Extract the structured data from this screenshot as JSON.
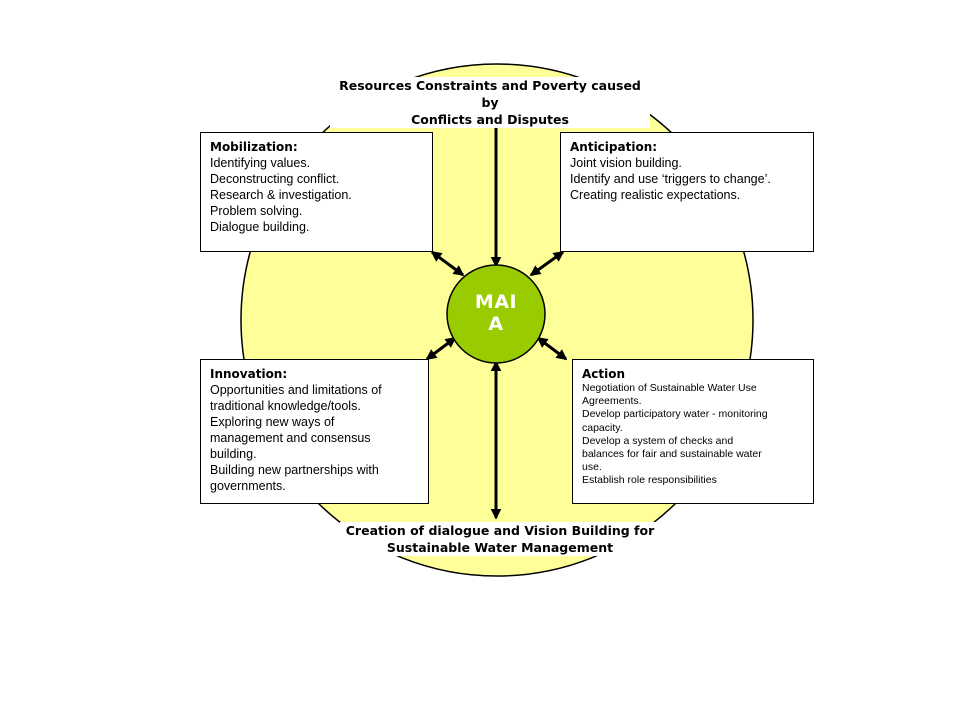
{
  "center": {
    "line1": "MAI",
    "line2": "A"
  },
  "captions": {
    "top": [
      "Resources Constraints and Poverty caused by",
      "Conflicts and Disputes"
    ],
    "bottom": [
      "Creation of dialogue and Vision Building for",
      "Sustainable Water Management"
    ]
  },
  "boxes": {
    "mobilization": {
      "title": "Mobilization:",
      "lines": [
        "Identifying values.",
        "Deconstructing conflict.",
        "Research & investigation.",
        "Problem solving.",
        "Dialogue building."
      ]
    },
    "anticipation": {
      "title": "Anticipation:",
      "lines": [
        "Joint vision building.",
        "Identify and use ‘triggers to change’.",
        "Creating realistic expectations."
      ]
    },
    "innovation": {
      "title": "Innovation:",
      "lines": [
        "Opportunities and limitations  of",
        "traditional knowledge/tools.",
        "Exploring new ways of",
        "management  and consensus",
        "building.",
        "Building new partnerships with",
        "governments."
      ]
    },
    "action": {
      "title": "Action",
      "lines": [
        "Negotiation of Sustainable Water Use",
        "Agreements.",
        "Develop participatory water -  monitoring",
        "capacity.",
        "Develop a system of checks and",
        "balances for fair and sustainable water",
        "use.",
        "Establish role responsibilities"
      ]
    }
  },
  "colors": {
    "background_circle": "#ffff99",
    "center_circle": "#99cc00",
    "outline": "#000000"
  }
}
